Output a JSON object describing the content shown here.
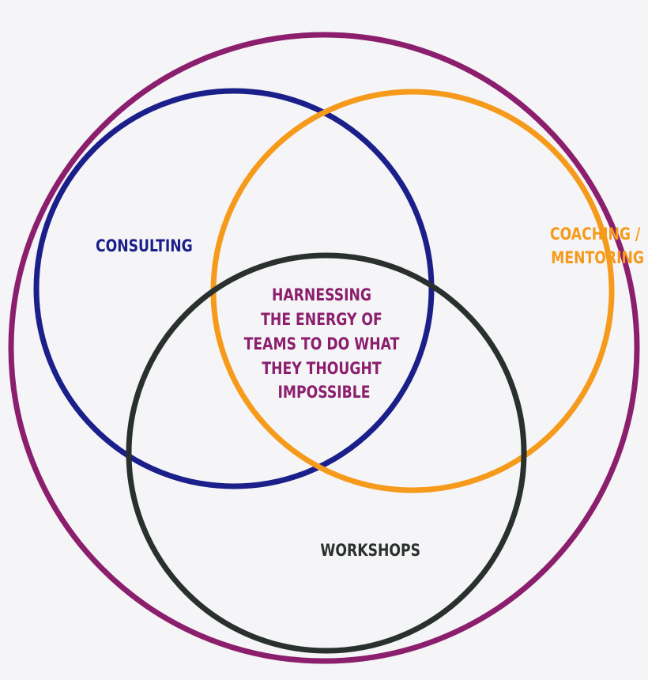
{
  "diagram": {
    "type": "venn",
    "sets": [
      {
        "id": "consulting",
        "label": "CONSULTING",
        "color": "#1b1f8a"
      },
      {
        "id": "coaching",
        "label_lines": [
          "COACHING /",
          "MENTORING"
        ],
        "color": "#f59a1b"
      },
      {
        "id": "workshops",
        "label": "WORKSHOPS",
        "color": "#2a302e"
      }
    ],
    "container": {
      "color": "#8b1f6e"
    },
    "center": {
      "color": "#8b1f6e",
      "lines": [
        "HARNESSING",
        "THE ENERGY OF",
        "TEAMS TO DO WHAT",
        "THEY THOUGHT",
        "IMPOSSIBLE"
      ]
    }
  }
}
